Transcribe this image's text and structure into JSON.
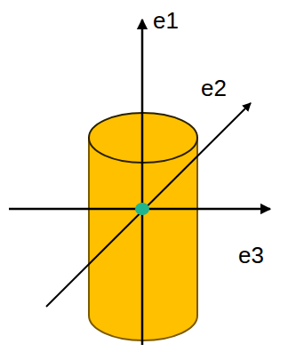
{
  "diagram": {
    "labels": [
      "e1",
      "e2",
      "e3"
    ]
  }
}
